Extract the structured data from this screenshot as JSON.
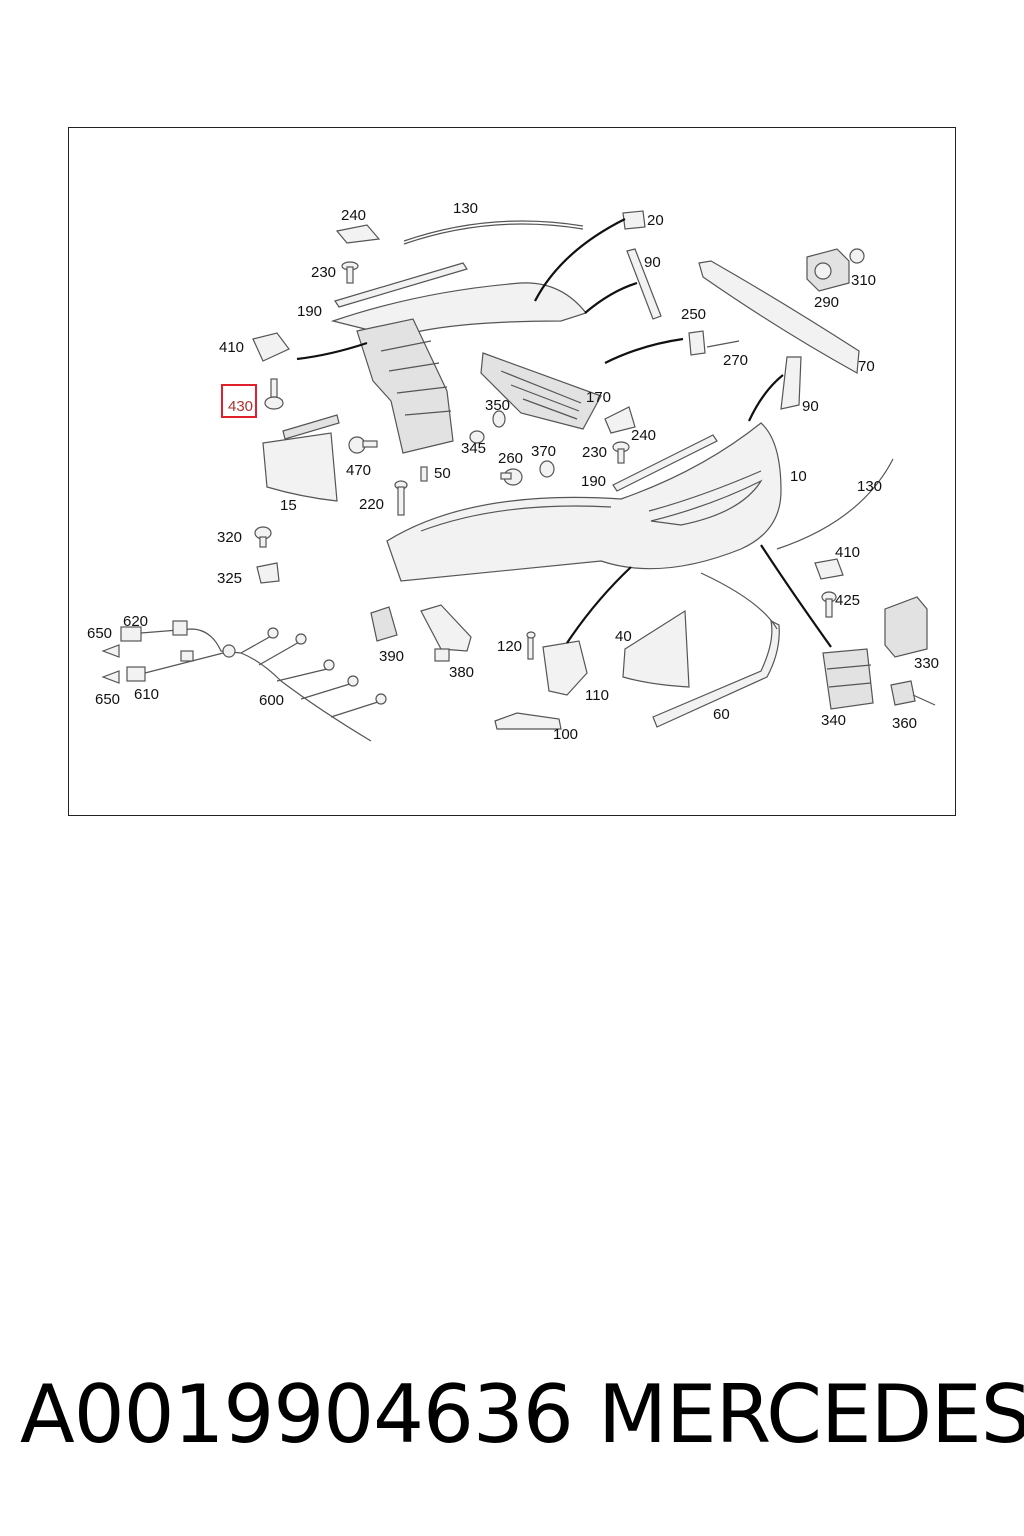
{
  "footer": {
    "part_number": "A0019904636",
    "brand": "MERCEDES"
  },
  "diagram": {
    "highlighted_callout": "430",
    "highlight_color": "#e0202a",
    "callouts": {
      "c240a": "240",
      "c130a": "130",
      "c20": "20",
      "c90a": "90",
      "c230a": "230",
      "c190a": "190",
      "c310": "310",
      "c290": "290",
      "c410a": "410",
      "c250": "250",
      "c270": "270",
      "c70": "70",
      "c430": "430",
      "c90b": "90",
      "c350": "350",
      "c170": "170",
      "c345": "345",
      "c240b": "240",
      "c470": "470",
      "c50": "50",
      "c260": "260",
      "c370": "370",
      "c230b": "230",
      "c190b": "190",
      "c10": "10",
      "c15": "15",
      "c220": "220",
      "c130b": "130",
      "c320": "320",
      "c410b": "410",
      "c325": "325",
      "c425": "425",
      "c650a": "650",
      "c620": "620",
      "c390": "390",
      "c120": "120",
      "c40": "40",
      "c330": "330",
      "c650b": "650",
      "c610": "610",
      "c380": "380",
      "c110": "110",
      "c600": "600",
      "c60": "60",
      "c340": "340",
      "c360": "360",
      "c100": "100"
    }
  }
}
